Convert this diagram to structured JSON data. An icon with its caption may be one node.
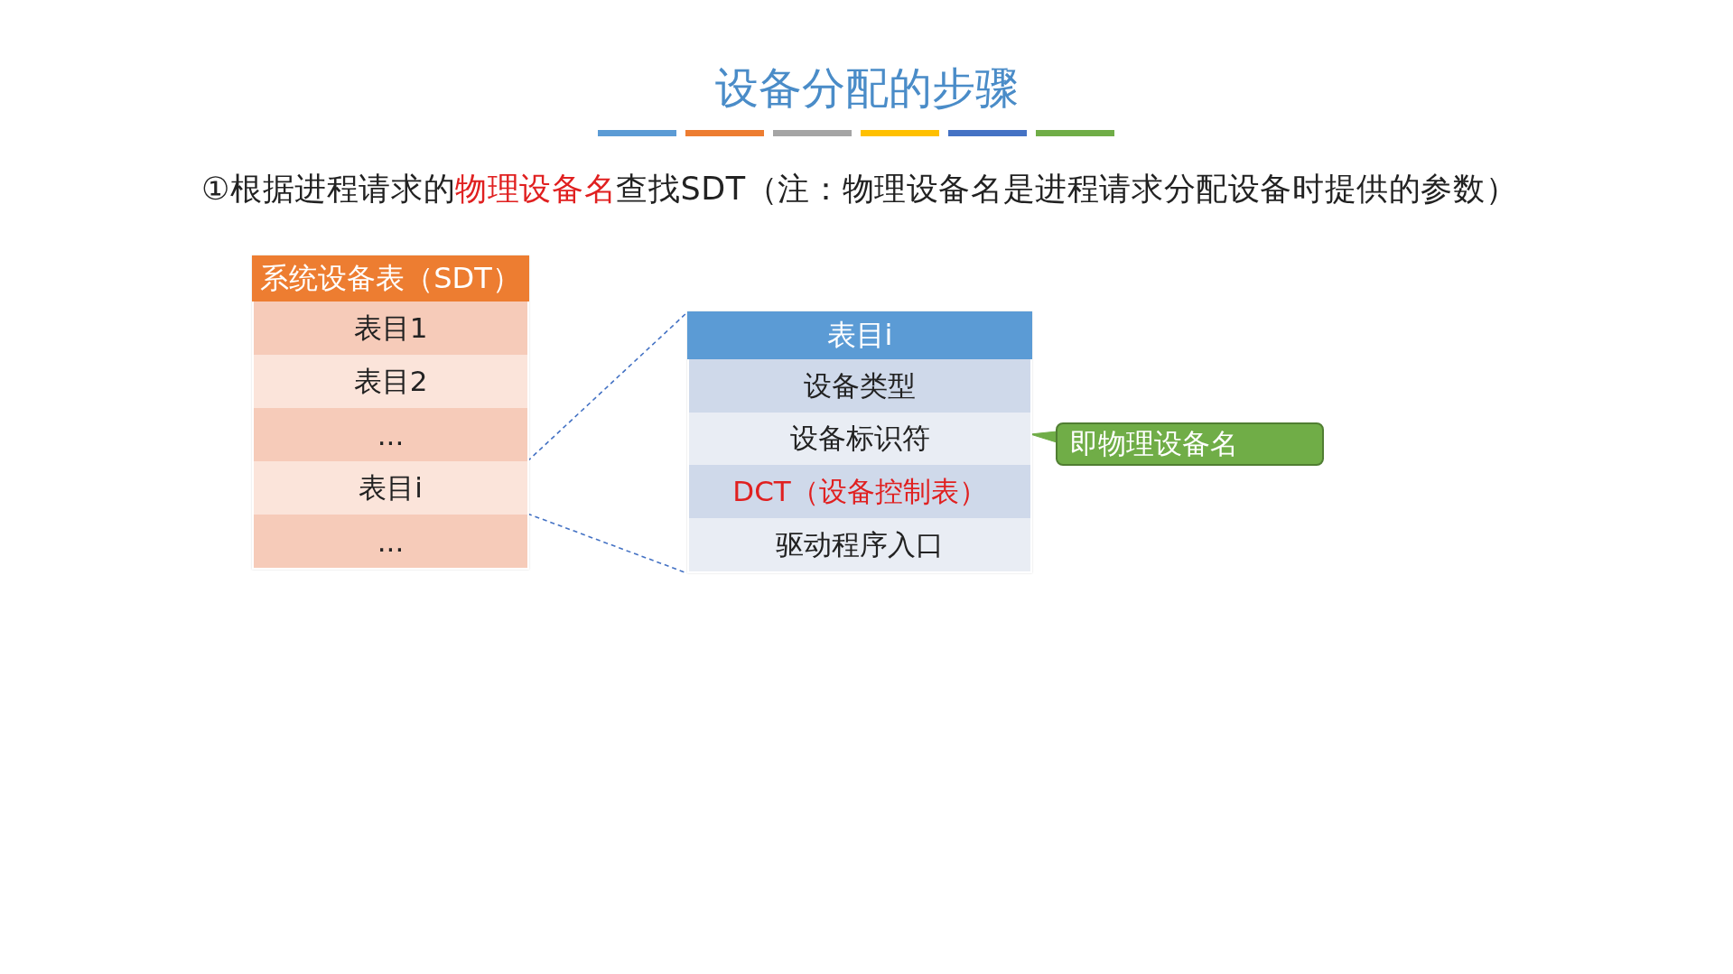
{
  "diagram": {
    "title": "设备分配的步骤",
    "nodes": [
      {
        "text": [
          "系统设备表（SDT）"
        ]
      },
      {
        "text": [
          "表目1"
        ],
        "in": 0
      },
      {
        "text": [
          "表目2"
        ],
        "in": 0
      },
      {
        "text": [
          "..."
        ],
        "in": 0
      },
      {
        "text": [
          "表目i"
        ],
        "in": 0
      },
      {
        "text": [
          "..."
        ],
        "in": 0
      },
      {
        "text": [
          "表目i"
        ]
      },
      {
        "text": [
          "设备类型"
        ],
        "in": 6
      },
      {
        "text": [
          "设备标识符"
        ],
        "in": 6
      },
      {
        "text": [
          "DCT（设备控制表）"
        ],
        "in": 6
      },
      {
        "text": [
          "驱动程序入口"
        ],
        "in": 6
      },
      {
        "text": [
          "即物理设备名"
        ]
      }
    ],
    "edges": [
      {
        "from": 4,
        "to": 6,
        "arrow": "none",
        "style": "dashed"
      },
      {
        "from": 4,
        "to": 6,
        "arrow": "none",
        "style": "dashed"
      },
      {
        "from": 11,
        "to": 8,
        "arrow": "none",
        "color": "#70ad47"
      }
    ],
    "labels": [
      "①根据进程请求的**物理设备名**查找SDT（注：物理设备名是进程请求分配设备时提供的参数）"
    ]
  }
}
